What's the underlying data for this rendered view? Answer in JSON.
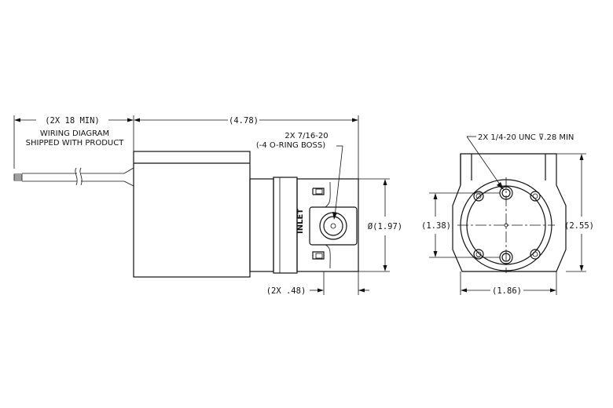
{
  "side_view": {
    "cable_length": "(2X 18 MIN)",
    "overall_length": "(4.78)",
    "wiring_note_line1": "WIRING DIAGRAM",
    "wiring_note_line2": "SHIPPED WITH PRODUCT",
    "port_callout_line1": "2X 7/16-20",
    "port_callout_line2": "(-4 O-RING BOSS)",
    "inlet_label": "INLET",
    "diameter": "Ø(1.97)",
    "port_offset": "(2X .48)"
  },
  "end_view": {
    "tap_callout": "2X 1/4-20 UNC ⊽.28 MIN",
    "hole_spacing": "(1.38)",
    "height": "(2.55)",
    "width": "(1.86)"
  }
}
